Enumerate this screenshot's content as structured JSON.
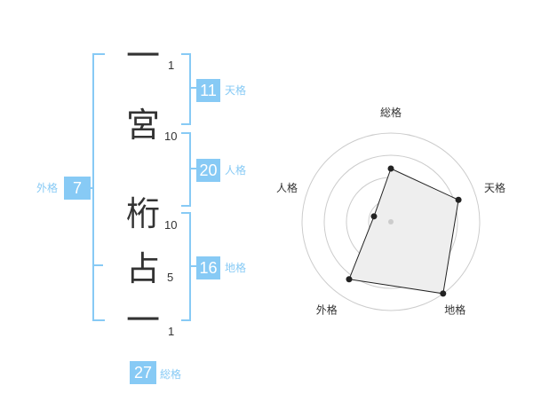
{
  "name": {
    "characters": [
      {
        "char": "一",
        "strokes": ""
      },
      {
        "char": "宮",
        "strokes": "10"
      },
      {
        "char": "桁",
        "strokes": "10"
      },
      {
        "char": "占",
        "strokes": "5"
      },
      {
        "char": "一",
        "strokes": "1"
      }
    ],
    "top_stroke": "1"
  },
  "fortunes": {
    "tenkaku": {
      "value": "11",
      "label": "天格"
    },
    "jinkaku": {
      "value": "20",
      "label": "人格"
    },
    "chikaku": {
      "value": "16",
      "label": "地格"
    },
    "gaikaku": {
      "value": "7",
      "label": "外格"
    },
    "soukaku": {
      "value": "27",
      "label": "総格"
    }
  },
  "colors": {
    "accent": "#87caf5",
    "badge": "#87caf5",
    "text": "#333333",
    "grid": "#cccccc",
    "fill": "#eeeeee"
  },
  "chart_data": {
    "type": "radar",
    "axes": [
      "総格",
      "天格",
      "地格",
      "外格",
      "人格"
    ],
    "values": [
      0.6,
      0.8,
      1.0,
      0.8,
      0.2
    ],
    "rings": 4
  }
}
